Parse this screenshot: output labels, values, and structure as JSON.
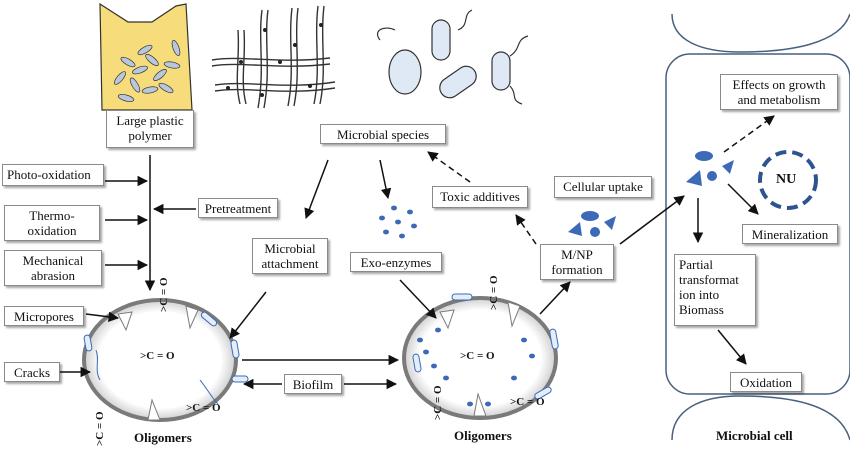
{
  "colors": {
    "plastic_fill": "#f6dc7a",
    "particle_blue": "#3c6ab6",
    "vesicle_fill": "#e3eef9",
    "cell_stroke": "#46607d",
    "arrow": "#111111"
  },
  "boxes": {
    "large_plastic": "Large plastic\npolymer",
    "microbial_species": "Microbial species",
    "photo_oxidation": "Photo-oxidation",
    "thermo_oxidation": "Thermo-\noxidation",
    "mechanical_abrasion": "Mechanical\nabrasion",
    "pretreatment": "Pretreatment",
    "micropores": "Micropores",
    "cracks": "Cracks",
    "microbial_attachment": "Microbial\nattachment",
    "exo_enzymes": "Exo-enzymes",
    "toxic_additives": "Toxic additives",
    "cellular_uptake": "Cellular uptake",
    "mnp_formation": "M/NP\nformation",
    "biofilm": "Biofilm",
    "effects_growth": "Effects on growth\nand metabolism",
    "mineralization": "Mineralization",
    "partial_transformation": "Partial\ntransformat\nion into\nBiomass",
    "oxidation": "Oxidation"
  },
  "labels": {
    "oligomers_left": "Oligomers",
    "oligomers_right": "Oligomers",
    "microbial_cell": "Microbial cell",
    "nucleus": "NU",
    "carbonyl": ">C = O"
  }
}
